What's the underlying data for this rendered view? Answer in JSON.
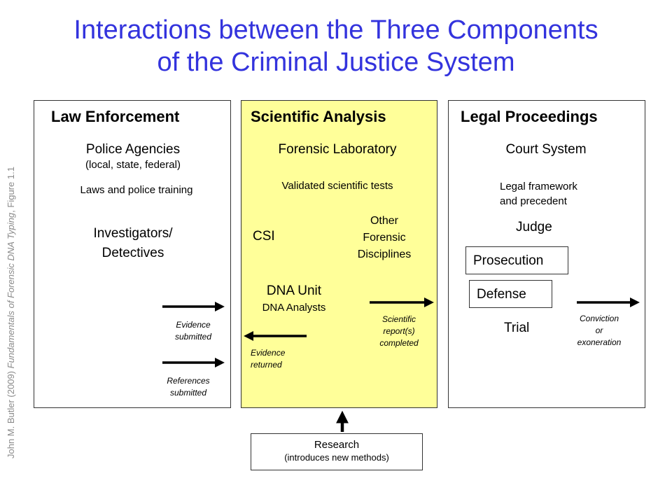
{
  "title": {
    "line1": "Interactions between the Three Components",
    "line2": "of the Criminal Justice System"
  },
  "side_caption": {
    "before": "John M. Butler (2009) ",
    "italic": "Fundamentals of Forensic DNA Typing",
    "after": ", Figure 1.1"
  },
  "law": {
    "heading": "Law Enforcement",
    "agencies": "Police Agencies",
    "agencies_sub": "(local, state, federal)",
    "training": "Laws and police training",
    "investigators_1": "Investigators/",
    "investigators_2": "Detectives",
    "evidence_1": "Evidence",
    "evidence_2": "submitted",
    "references_1": "References",
    "references_2": "submitted"
  },
  "science": {
    "heading": "Scientific Analysis",
    "lab": "Forensic Laboratory",
    "tests": "Validated scientific tests",
    "csi": "CSI",
    "other_1": "Other",
    "other_2": "Forensic",
    "other_3": "Disciplines",
    "dna_unit": "DNA Unit",
    "dna_analysts": "DNA Analysts",
    "returned_1": "Evidence",
    "returned_2": "returned",
    "report_1": "Scientific",
    "report_2": "report(s)",
    "report_3": "completed",
    "fill_color": "#ffff99"
  },
  "legal": {
    "heading": "Legal Proceedings",
    "court": "Court System",
    "framework_1": "Legal framework",
    "framework_2": "and precedent",
    "judge": "Judge",
    "prosecution": "Prosecution",
    "defense": "Defense",
    "trial": "Trial",
    "outcome_1": "Conviction",
    "outcome_2": "or",
    "outcome_3": "exoneration"
  },
  "research": {
    "label": "Research",
    "sub": "(introduces new methods)"
  },
  "colors": {
    "title": "#3333dd",
    "caption": "#8a8a8a"
  }
}
